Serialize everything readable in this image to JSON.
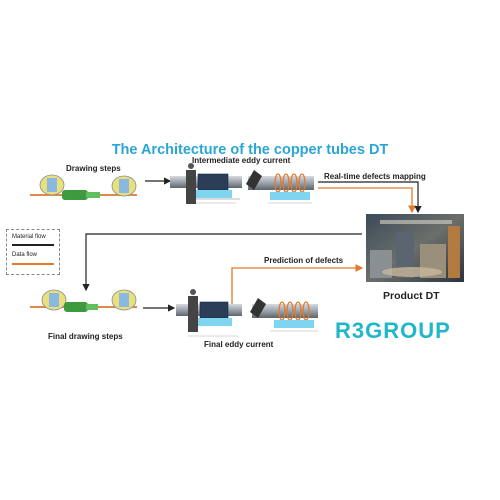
{
  "title": "The Architecture of the copper tubes DT",
  "labels": {
    "drawing_steps": "Drawing steps",
    "intermediate_eddy": "Intermediate eddy current",
    "realtime_mapping": "Real-time defects mapping",
    "prediction": "Prediction of defects",
    "product_dt": "Product DT",
    "final_drawing": "Final drawing steps",
    "final_eddy": "Final eddy current"
  },
  "legend": {
    "material_flow": "Material flow",
    "data_flow": "Data flow"
  },
  "logo_text": "R3GROUP",
  "colors": {
    "title": "#2aa6d6",
    "material_flow": "#222222",
    "data_flow": "#e07a2e",
    "logo": "#1fb7c9"
  }
}
